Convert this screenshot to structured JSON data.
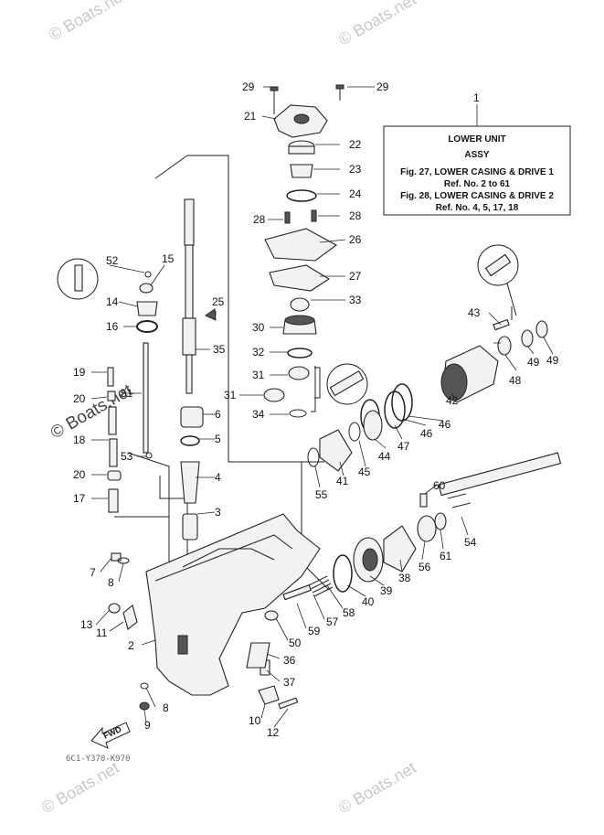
{
  "watermarks": {
    "top_left": "© Boats.net",
    "top_right": "© Boats.net",
    "middle_left": "© Boats.net",
    "bottom_left": "© Boats.net",
    "bottom_right": "© Boats.net"
  },
  "info_box": {
    "ref_number": "1",
    "title_line1": "LOWER UNIT",
    "title_line2": "ASSY",
    "line3": "Fig. 27, LOWER CASING & DRIVE 1",
    "line4": "Ref. No. 2 to 61",
    "line5": "Fig. 28, LOWER CASING & DRIVE 2",
    "line6": "Ref. No. 4, 5, 17, 18"
  },
  "callouts": {
    "c2": "2",
    "c3": "3",
    "c4": "4",
    "c5": "5",
    "c6": "6",
    "c7": "7",
    "c8a": "8",
    "c8b": "8",
    "c9": "9",
    "c10": "10",
    "c11": "11",
    "c12": "12",
    "c13": "13",
    "c14": "14",
    "c15": "15",
    "c16": "16",
    "c17": "17",
    "c18": "18",
    "c19": "19",
    "c20a": "20",
    "c20b": "20",
    "c21": "21",
    "c22": "22",
    "c23": "23",
    "c24": "24",
    "c25": "25",
    "c26": "26",
    "c27": "27",
    "c28a": "28",
    "c28b": "28",
    "c29a": "29",
    "c29b": "29",
    "c30": "30",
    "c31a": "31",
    "c31b": "31",
    "c32": "32",
    "c33": "33",
    "c34": "34",
    "c35": "35",
    "c36": "36",
    "c37": "37",
    "c38": "38",
    "c39": "39",
    "c40": "40",
    "c41": "41",
    "c42": "42",
    "c43": "43",
    "c44": "44",
    "c45": "45",
    "c46a": "46",
    "c46b": "46",
    "c47": "47",
    "c48": "48",
    "c49a": "49",
    "c49b": "49",
    "c50": "50",
    "c51": "51",
    "c52": "52",
    "c53": "53",
    "c54": "54",
    "c55": "55",
    "c56": "56",
    "c57": "57",
    "c58": "58",
    "c59": "59",
    "c60": "60",
    "c61": "61"
  },
  "fwd_label": "FWD",
  "diagram_code": "6C1-Y370-K970"
}
